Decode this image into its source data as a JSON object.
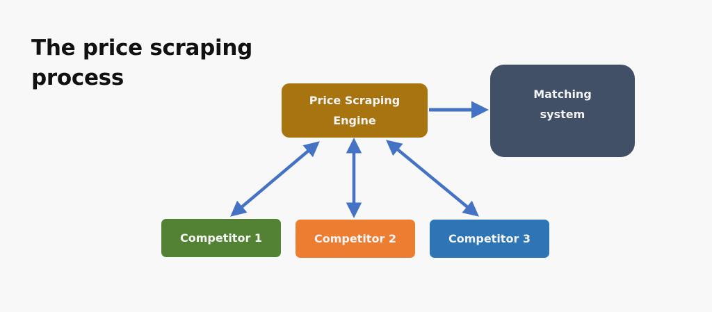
{
  "title": "The price scraping process",
  "nodes": {
    "engine": {
      "line1": "Price Scraping",
      "line2": "Engine",
      "color": "#a87410"
    },
    "matching": {
      "line1": "Matching",
      "line2": "system",
      "color": "#414f67"
    },
    "competitors": [
      {
        "label": "Competitor 1",
        "color": "#548235"
      },
      {
        "label": "Competitor 2",
        "color": "#ed7d31"
      },
      {
        "label": "Competitor 3",
        "color": "#2e75b6"
      }
    ]
  },
  "edges": [
    {
      "from": "engine",
      "to": "matching",
      "direction": "one-way"
    },
    {
      "from": "engine",
      "to": "competitor-1",
      "direction": "two-way"
    },
    {
      "from": "engine",
      "to": "competitor-2",
      "direction": "two-way"
    },
    {
      "from": "engine",
      "to": "competitor-3",
      "direction": "two-way"
    }
  ],
  "arrow_color": "#4472c4"
}
